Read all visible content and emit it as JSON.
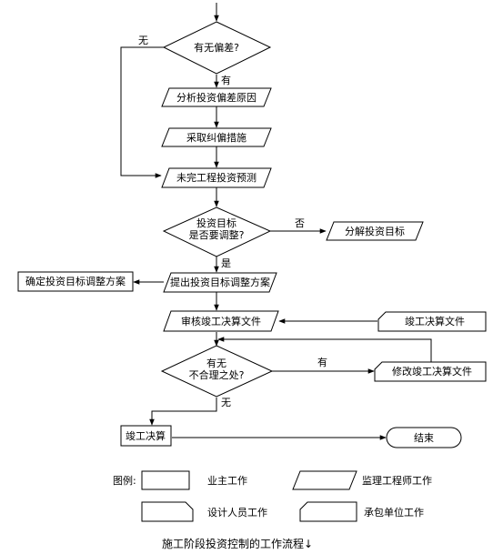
{
  "nodes": {
    "deviation": "有无偏差?",
    "analyze": "分析投资偏差原因",
    "correct": "采取纠偏措施",
    "forecast": "未完工程投资预测",
    "target_q1": "投资目标",
    "target_q2": "是否要调整?",
    "decompose": "分解投资目标",
    "propose": "提出投资目标调整方案",
    "determine": "确定投资目标调整方案",
    "review": "审核竣工决算文件",
    "final_docs": "竣工决算文件",
    "unreasonable_q1": "有无",
    "unreasonable_q2": "不合理之处?",
    "modify": "修改竣工决算文件",
    "final_account": "竣工决算",
    "end": "结束"
  },
  "edges": {
    "no_deviation": "无",
    "has_deviation": "有",
    "no_adjust": "否",
    "yes_adjust": "是",
    "has_unreasonable": "有",
    "no_unreasonable": "无"
  },
  "legend": {
    "title": "图例:",
    "owner": "业主工作",
    "supervisor": "监理工程师工作",
    "designer": "设计人员工作",
    "contractor": "承包单位工作"
  },
  "caption": "施工阶段投资控制的工作流程↓"
}
